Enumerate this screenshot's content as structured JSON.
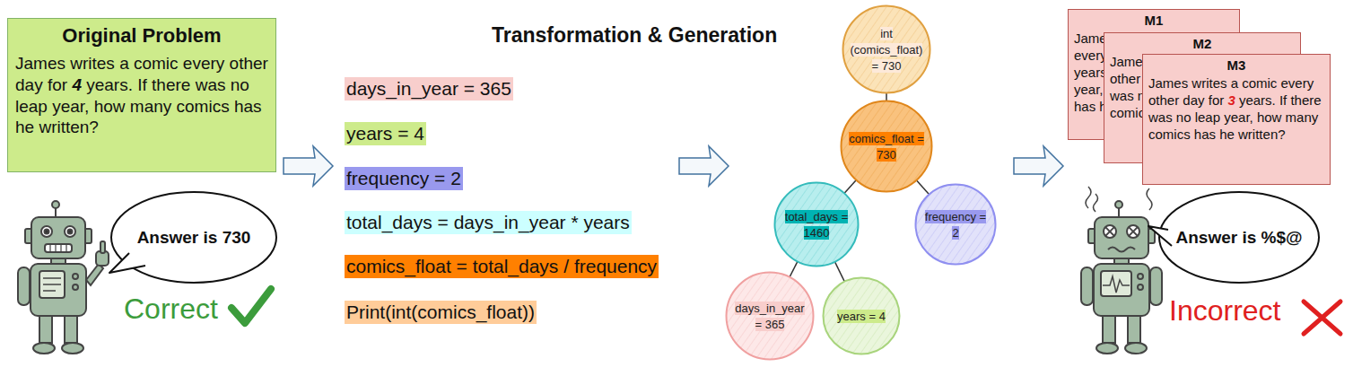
{
  "diagram": {
    "title": "Transformation & Generation",
    "nodes": [
      {
        "text": [
          "Original Problem",
          "James writes a comic every other day for 4 years. If there was no leap year, how many comics has he written?"
        ]
      },
      {
        "text": [
          "Answer is 730"
        ]
      },
      {
        "text": [
          "days_in_year = 365"
        ]
      },
      {
        "text": [
          "years = 4"
        ]
      },
      {
        "text": [
          "frequency = 2"
        ]
      },
      {
        "text": [
          "total_days = days_in_year * years"
        ]
      },
      {
        "text": [
          "comics_float = total_days / frequency"
        ]
      },
      {
        "text": [
          "Print(int(comics_float))"
        ]
      },
      {
        "text": [
          "int (comics_float) = 730"
        ]
      },
      {
        "text": [
          "comics_float = 730"
        ]
      },
      {
        "text": [
          "total_days = 1460"
        ]
      },
      {
        "text": [
          "frequency = 2"
        ]
      },
      {
        "text": [
          "days_in_year = 365"
        ]
      },
      {
        "text": [
          "years = 4"
        ]
      },
      {
        "text": [
          "M1",
          "James writes a comic every other day for 96 years. If there was no leap year, how many comics has he written?"
        ]
      },
      {
        "text": [
          "M2",
          "James writes a comic every other day for 7 years. If there was no leap year, how many comics has he written?"
        ]
      },
      {
        "text": [
          "M3",
          "James writes a comic every other day for 3 years. If there was no leap year, how many comics has he written?"
        ]
      },
      {
        "text": [
          "Answer is %$@"
        ]
      }
    ],
    "edges": [
      {
        "from": 8,
        "to": 9,
        "arrow": "none"
      },
      {
        "from": 9,
        "to": 10,
        "arrow": "none"
      },
      {
        "from": 9,
        "to": 11,
        "arrow": "none"
      },
      {
        "from": 10,
        "to": 12,
        "arrow": "none"
      },
      {
        "from": 10,
        "to": 13,
        "arrow": "none"
      }
    ],
    "labels": [
      "Correct",
      "Incorrect"
    ]
  }
}
